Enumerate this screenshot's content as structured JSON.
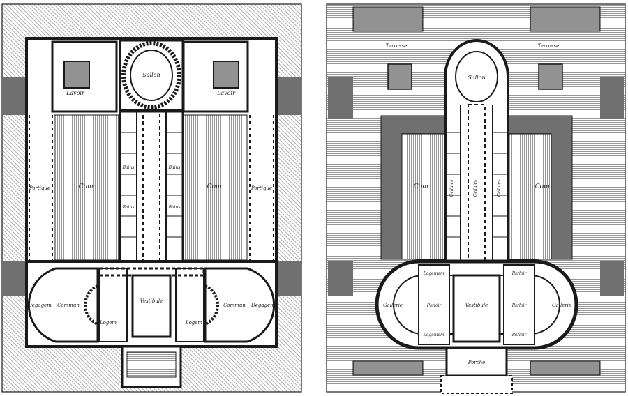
{
  "plans": [
    {
      "id": "left",
      "labels": {
        "sallon": "Sallon",
        "lavoir_left": "Lavoir",
        "lavoir_right": "Lavoir",
        "cour_left": "Cour",
        "cour_right": "Cour",
        "portique_left": "Portique",
        "portique_right": "Portique",
        "bains": [
          "Bains",
          "Bains",
          "Bains",
          "Bains"
        ],
        "vestibule": "Vestibule",
        "commun_left": "Commun",
        "commun_right": "Commun",
        "degagem_left": "Dégagem",
        "degagem_right": "Dégagem",
        "logem_left": "Logem",
        "logem_right": "Logem"
      }
    },
    {
      "id": "right",
      "labels": {
        "terrasse_left": "Terrasse",
        "terrasse_right": "Terrasse",
        "sallon": "Sallon",
        "cour_left": "Cour",
        "cour_right": "Cour",
        "gallerie_left": "Gallerie",
        "gallerie_right": "Gallerie",
        "logement_top": "Logement",
        "logement_bottom": "Logement",
        "parloir_top": "Parloir",
        "parloir_bottom": "Parloir",
        "parloir_inner": "Parloir",
        "parloir_inner_right": "Parloir",
        "vestibule": "Vestibule",
        "porche": "Porche",
        "cellules": [
          "Cellules",
          "Cellules",
          "Cellules"
        ]
      }
    }
  ],
  "colors": {
    "ink": "#1a1a1a",
    "paper": "#ffffff",
    "hatch_light": "#9a9a9a",
    "hatch_dark": "#4a4a4a"
  }
}
